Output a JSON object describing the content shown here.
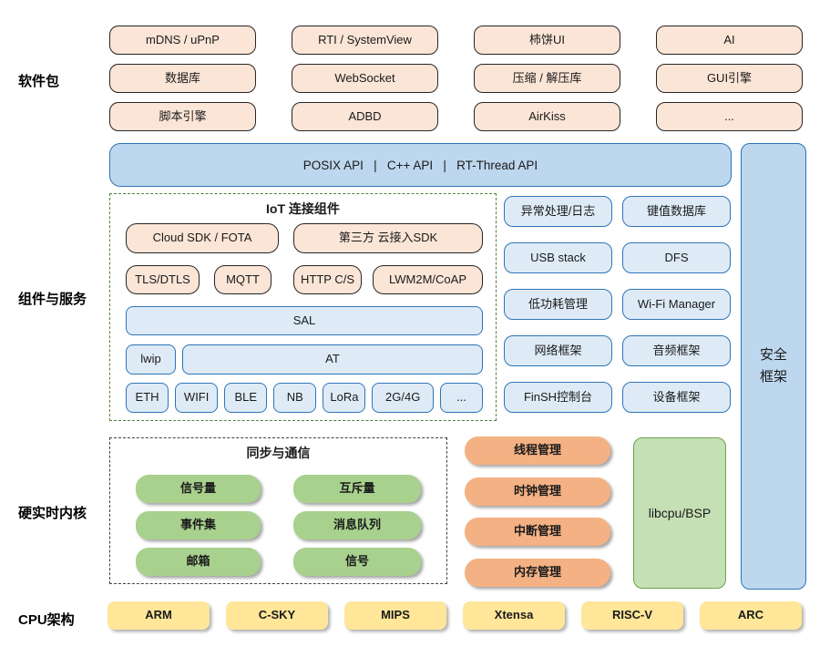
{
  "labels": {
    "software_packages": "软件包",
    "components_services": "组件与服务",
    "kernel": "硬实时内核",
    "cpu_arch": "CPU架构"
  },
  "packages": {
    "items": [
      "mDNS / uPnP",
      "RTI / SystemView",
      "柿饼UI",
      "AI",
      "数据库",
      "WebSocket",
      "压缩 / 解压库",
      "GUI引擎",
      "脚本引擎",
      "ADBD",
      "AirKiss",
      "..."
    ]
  },
  "api_band": {
    "label": "POSIX API   |   C++ API   |   RT-Thread API"
  },
  "security": {
    "line1": "安全",
    "line2": "框架"
  },
  "iot": {
    "title": "IoT 连接组件",
    "clouds": [
      "Cloud SDK / FOTA",
      "第三方 云接入SDK"
    ],
    "protocols": [
      "TLS/DTLS",
      "MQTT",
      "HTTP C/S",
      "LWM2M/CoAP"
    ],
    "sal": "SAL",
    "lwip": "lwip",
    "at": "AT",
    "links": [
      "ETH",
      "WIFI",
      "BLE",
      "NB",
      "LoRa",
      "2G/4G",
      "..."
    ]
  },
  "services": {
    "items": [
      "异常处理/日志",
      "键值数据库",
      "USB stack",
      "DFS",
      "低功耗管理",
      "Wi-Fi Manager",
      "网络框架",
      "音频框架",
      "FinSH控制台",
      "设备框架"
    ]
  },
  "kernel": {
    "sync_title": "同步与通信",
    "sync_items": [
      "信号量",
      "互斥量",
      "事件集",
      "消息队列",
      "邮箱",
      "信号"
    ],
    "mgmt_items": [
      "线程管理",
      "时钟管理",
      "中断管理",
      "内存管理"
    ],
    "libcpu": "libcpu/BSP"
  },
  "cpu": {
    "items": [
      "ARM",
      "C-SKY",
      "MIPS",
      "Xtensa",
      "RISC-V",
      "ARC"
    ]
  },
  "colors": {
    "peach": "#FBE5D6",
    "band_blue": "#BDD7EE",
    "light_blue": "#DEEBF7",
    "blue_border": "#2E75B6",
    "green_pill": "#A9D18E",
    "light_green": "#C5E0B4",
    "green_dash": "#538135",
    "orange_pill": "#F4B183",
    "yellow": "#FFE699"
  }
}
